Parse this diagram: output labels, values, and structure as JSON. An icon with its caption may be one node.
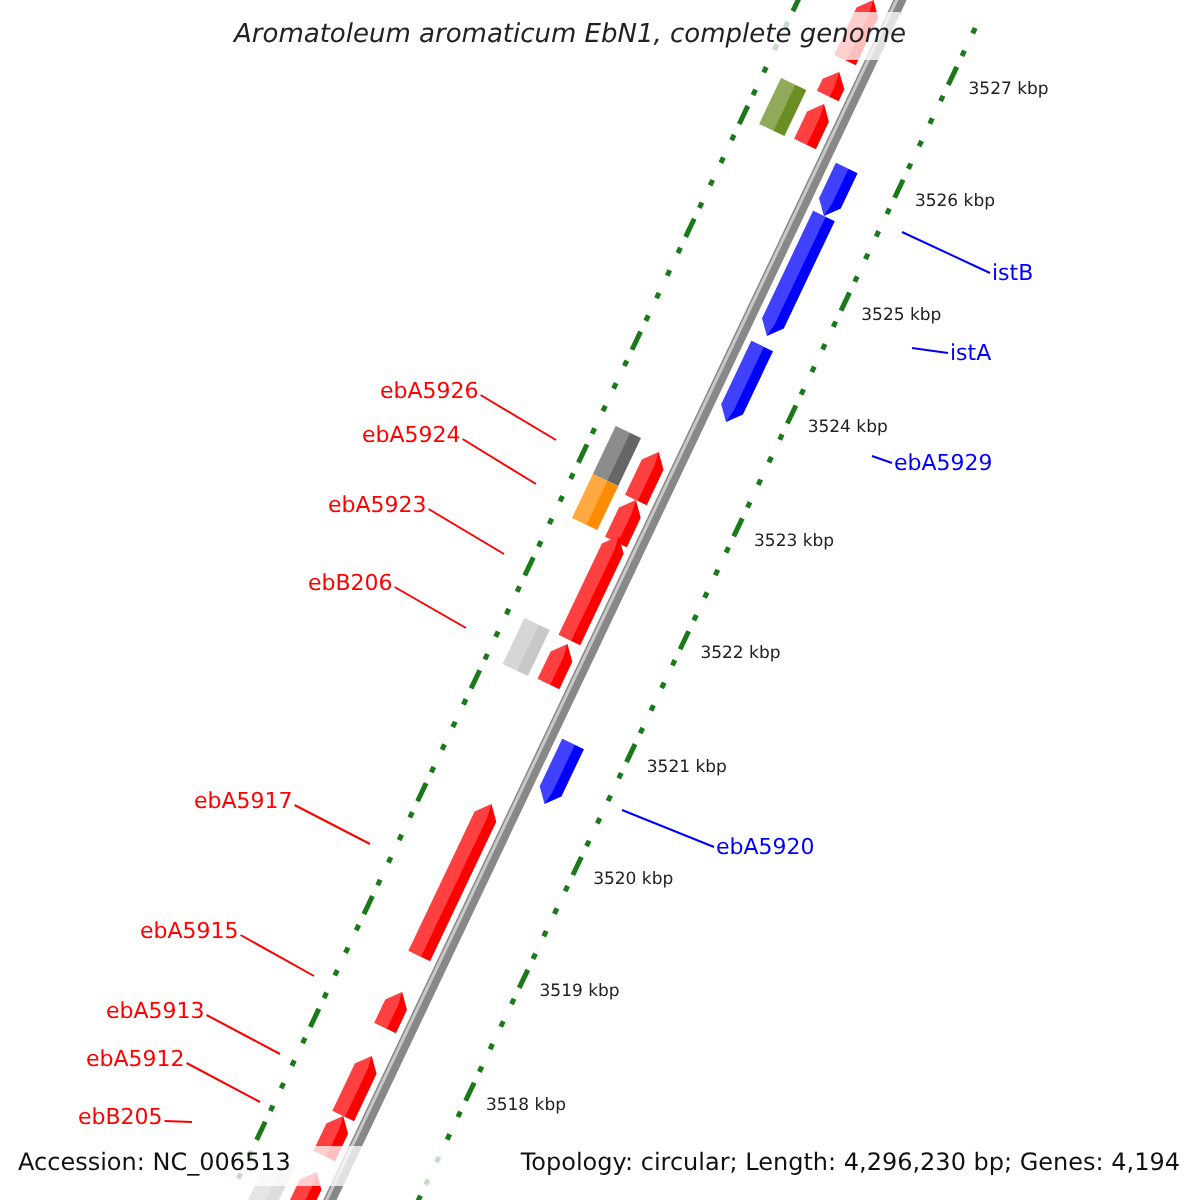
{
  "diagram": {
    "title": "Aromatoleum aromaticum EbN1, complete genome",
    "nodes": [
      {
        "text": [
          "ebA5926"
        ]
      },
      {
        "text": [
          "ebA5924"
        ]
      },
      {
        "text": [
          "ebA5923"
        ]
      },
      {
        "text": [
          "ebB206"
        ]
      },
      {
        "text": [
          "ebA5917"
        ]
      },
      {
        "text": [
          "ebA5915"
        ]
      },
      {
        "text": [
          "ebA5913"
        ]
      },
      {
        "text": [
          "ebA5912"
        ]
      },
      {
        "text": [
          "ebB205"
        ]
      },
      {
        "text": [
          "istB"
        ]
      },
      {
        "text": [
          "istA"
        ]
      },
      {
        "text": [
          "ebA5929"
        ]
      },
      {
        "text": [
          "ebA5920"
        ]
      }
    ],
    "edges": [
      {
        "from": 0,
        "to": null,
        "arrow": "none"
      },
      {
        "from": 1,
        "to": null,
        "arrow": "none"
      },
      {
        "from": 2,
        "to": null,
        "arrow": "none"
      },
      {
        "from": 3,
        "to": null,
        "arrow": "none"
      },
      {
        "from": 4,
        "to": null,
        "arrow": "none"
      },
      {
        "from": 5,
        "to": null,
        "arrow": "none"
      },
      {
        "from": 6,
        "to": null,
        "arrow": "none"
      },
      {
        "from": 7,
        "to": null,
        "arrow": "none"
      },
      {
        "from": 8,
        "to": null,
        "arrow": "none"
      },
      {
        "from": 9,
        "to": null,
        "arrow": "none",
        "color": "#0000ff"
      },
      {
        "from": 10,
        "to": null,
        "arrow": "none",
        "color": "#0000ff"
      },
      {
        "from": 11,
        "to": null,
        "arrow": "none",
        "color": "#0000ff"
      },
      {
        "from": 12,
        "to": null,
        "arrow": "none",
        "color": "#0000ff"
      }
    ],
    "labels": [
      "3527 kbp",
      "3526 kbp",
      "3525 kbp",
      "3524 kbp",
      "3523 kbp",
      "3522 kbp",
      "3521 kbp",
      "3520 kbp",
      "3519 kbp",
      "3518 kbp",
      "Accession: NC_006513",
      "Topology: circular; Length: 4,296,230 bp; Genes: 4,194"
    ]
  }
}
